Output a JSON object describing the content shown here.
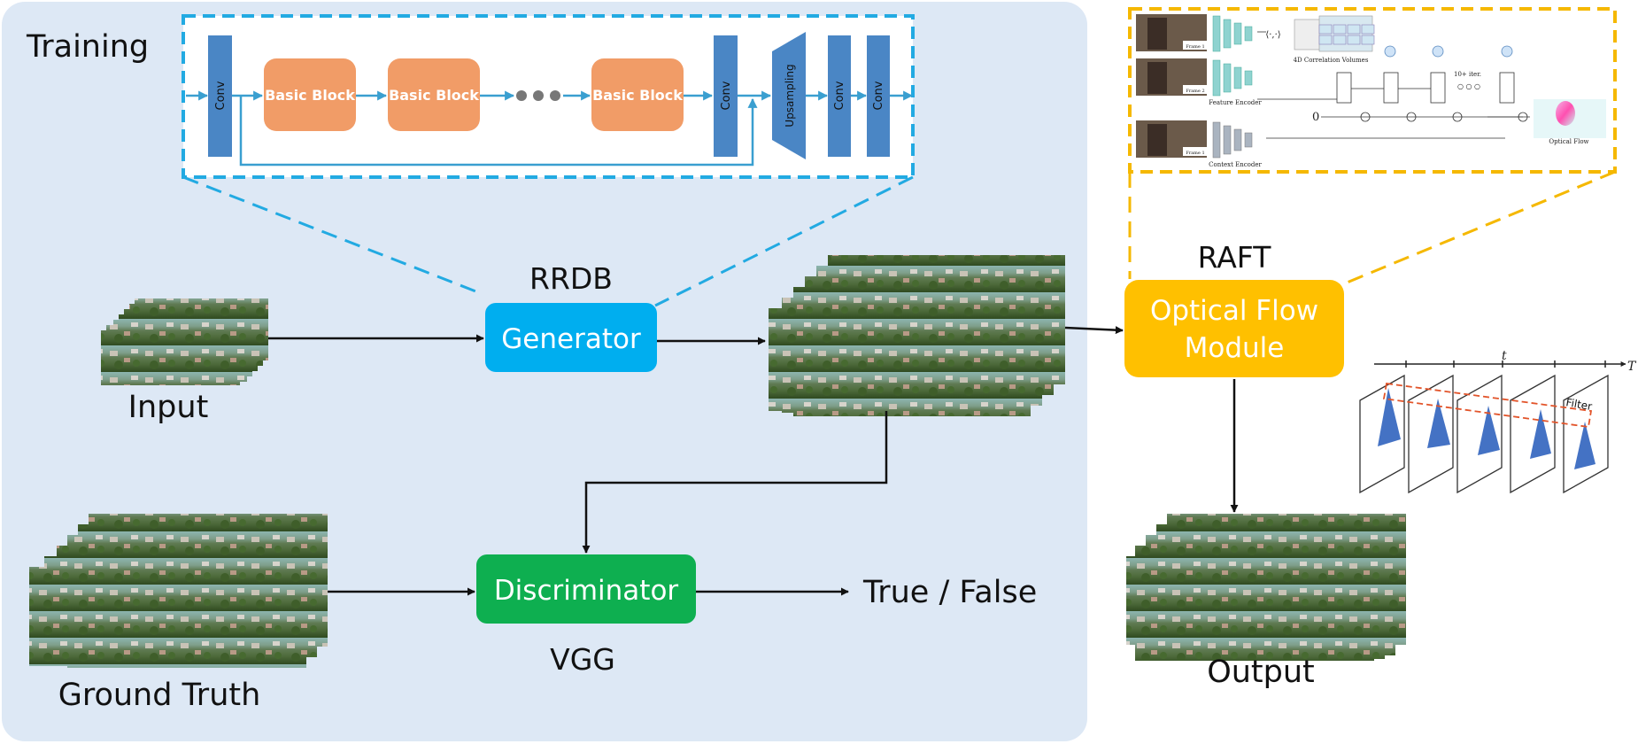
{
  "training": {
    "label": "Training"
  },
  "rrdb": {
    "conv1": "Conv",
    "blocks": [
      "Basic Block",
      "Basic Block",
      "Basic Block"
    ],
    "conv2": "Conv",
    "upsampling": "Upsampling",
    "conv3": "Conv",
    "conv4": "Conv"
  },
  "generator": {
    "name": "RRDB",
    "label": "Generator"
  },
  "discriminator": {
    "name": "VGG",
    "label": "Discriminator"
  },
  "input": {
    "label": "Input"
  },
  "ground_truth": {
    "label": "Ground Truth"
  },
  "result": {
    "label": "True / False"
  },
  "raft": {
    "name": "RAFT",
    "module_line1": "Optical Flow",
    "module_line2": "Module",
    "frame1": "Frame 1",
    "frame2": "Frame 2",
    "frame1b": "Frame 1",
    "feature_encoder": "Feature Encoder",
    "context_encoder": "Context Encoder",
    "corr_volumes": "4D Correlation Volumes",
    "iter": "10+ iter.",
    "dots": "○ ○ ○",
    "optical_flow": "Optical Flow",
    "zero": "0",
    "corr_fn": "⟨·,·⟩"
  },
  "filter": {
    "axis_t": "t",
    "axis_T": "T",
    "label": "Filter"
  },
  "output": {
    "label": "Output"
  },
  "colors": {
    "training_bg": "#dde8f5",
    "rrdb_border": "#22aae2",
    "raft_border": "#f5b800",
    "conv": "#4a86c5",
    "basic_block": "#f19c67",
    "generator": "#00aeef",
    "discriminator": "#0eaf50",
    "optical_flow": "#ffc000",
    "arrow": "#111111",
    "inner_arrow": "#3a9fd0"
  }
}
